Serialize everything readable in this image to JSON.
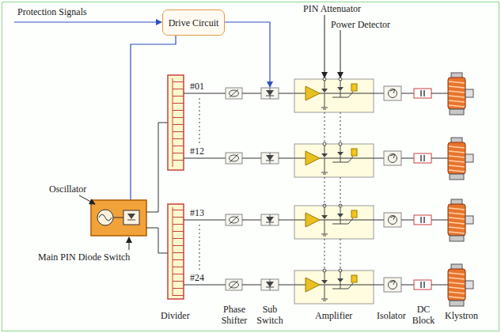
{
  "diagram": {
    "nodes": [
      {
        "text": [
          "Drive Circuit"
        ]
      }
    ],
    "labels": [
      "Protection Signals",
      "PIN Attenuator",
      "Power Detector",
      "Oscillator",
      "Main PIN Diode Switch",
      "#01",
      "#12",
      "#13",
      "#24",
      "Divider",
      "Phase Shifter",
      "Sub Switch",
      "Amplifier",
      "Isolator",
      "DC Block",
      "Klystron"
    ]
  }
}
